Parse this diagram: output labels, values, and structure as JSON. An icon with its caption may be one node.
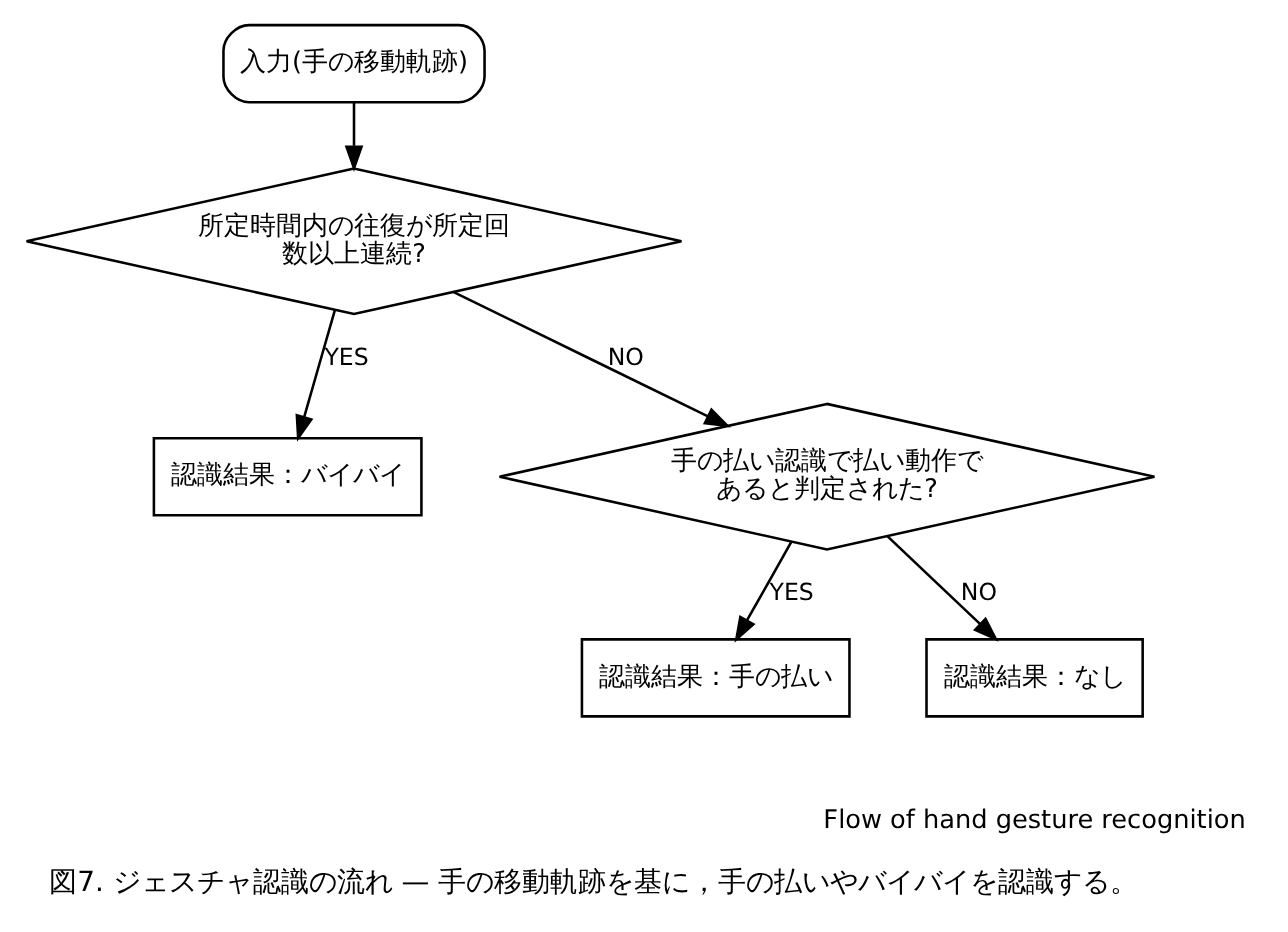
{
  "diagram": {
    "caption": "図7. ジェスチャ認識の流れ — 手の移動軌跡を基に，手の払いやバイバイを認識する。",
    "nodes": [
      {
        "text": [
          "入力(手の移動軌跡)"
        ]
      },
      {
        "text": [
          "所定時間内の往復が所定回数以上連続?"
        ]
      },
      {
        "text": [
          "認識結果：バイバイ"
        ]
      },
      {
        "text": [
          "手の払い認識で払い動作であると判定された?"
        ]
      },
      {
        "text": [
          "認識結果：手の払い"
        ]
      },
      {
        "text": [
          "認識結果：なし"
        ]
      }
    ],
    "edges": [
      {
        "from": 0,
        "to": 1,
        "arrow": "to"
      },
      {
        "from": 1,
        "to": 2,
        "arrow": "to",
        "label": "YES"
      },
      {
        "from": 1,
        "to": 3,
        "arrow": "to",
        "label": "NO"
      },
      {
        "from": 3,
        "to": 4,
        "arrow": "to",
        "label": "YES"
      },
      {
        "from": 3,
        "to": 5,
        "arrow": "to",
        "label": "NO"
      }
    ],
    "labels": [
      "Flow of hand gesture recognition"
    ]
  }
}
